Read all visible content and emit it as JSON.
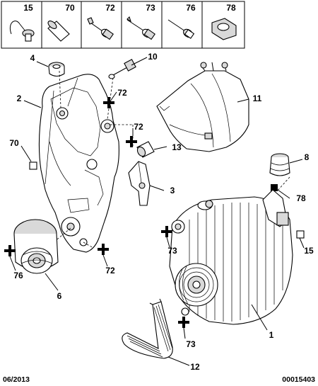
{
  "header": {
    "refs": [
      "15",
      "70",
      "72",
      "73",
      "76",
      "78"
    ]
  },
  "callouts": {
    "r4": "4",
    "r10": "10",
    "r2": "2",
    "r72a": "72",
    "r11": "11",
    "r72b": "72",
    "r70": "70",
    "r13": "13",
    "r8": "8",
    "r3": "3",
    "r78": "78",
    "r73a": "73",
    "r15": "15",
    "r76": "76",
    "r72c": "72",
    "r6": "6",
    "r1": "1",
    "r73b": "73",
    "r12": "12"
  },
  "footer": {
    "date": "06/2013",
    "code": "00015403"
  }
}
